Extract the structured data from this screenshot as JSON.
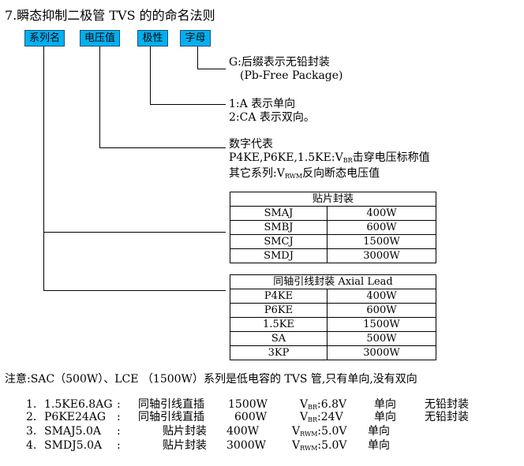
{
  "title": "7.瞬态抑制二极管 TVS 的的命名法则",
  "boxes": {
    "series": "系列名",
    "voltage": "电压值",
    "polarity": "极性",
    "letter": "字母"
  },
  "desc_g": {
    "line1": "G:后缀表示无铅封装",
    "line2": "(Pb-Free Package)"
  },
  "desc_polarity": {
    "line1": "1:A 表示单向",
    "line2": "2:CA 表示双向。"
  },
  "desc_voltage": {
    "line1": "数字代表",
    "line2_a": "P4KE,P6KE,1.5KE:V",
    "line2_sub": "BR",
    "line2_b": "击穿电压标称值",
    "line3_a": "其它系列:V",
    "line3_sub": "RWM",
    "line3_b": "反向断态电压值"
  },
  "table_smd": {
    "header": "贴片封装",
    "rows": [
      {
        "series": "SMAJ",
        "power": "400W"
      },
      {
        "series": "SMBJ",
        "power": "600W"
      },
      {
        "series": "SMCJ",
        "power": "1500W"
      },
      {
        "series": "SMDJ",
        "power": "3000W"
      }
    ]
  },
  "table_axial": {
    "header": "同轴引线封装 Axial Lead",
    "rows": [
      {
        "series": "P4KE",
        "power": "400W"
      },
      {
        "series": "P6KE",
        "power": "600W"
      },
      {
        "series": "1.5KE",
        "power": "1500W"
      },
      {
        "series": "SA",
        "power": "500W"
      },
      {
        "series": "3KP",
        "power": "3000W"
      }
    ]
  },
  "note": "注意:SAC（500W）、LCE （1500W）系列是低电容的 TVS 管,只有单向,没有双向",
  "examples": [
    {
      "num": "1.",
      "part": "1.5KE6.8AG",
      "sep": ":",
      "pkg": "同轴引线直插",
      "power": "1500W",
      "v_pre": "V",
      "v_sub": "BR",
      "v_val": ":6.8V",
      "dir": "单向",
      "lead": "无铅封装"
    },
    {
      "num": "2.",
      "part": "P6KE24AG",
      "sep": ":",
      "pkg": "同轴引线直插",
      "power": "600W",
      "v_pre": "V",
      "v_sub": "BR",
      "v_val": ":24V",
      "dir": "单向",
      "lead": "无铅封装"
    },
    {
      "num": "3.",
      "part": "SMAJ5.0A",
      "sep": ":",
      "pkg": "贴片封装",
      "power": "400W",
      "v_pre": "V",
      "v_sub": "RWM",
      "v_val": ":5.0V",
      "dir": "单向",
      "lead": ""
    },
    {
      "num": "4.",
      "part": "SMDJ5.0A",
      "sep": ":",
      "pkg": "贴片封装",
      "power": "3000W",
      "v_pre": "V",
      "v_sub": "RWM",
      "v_val": ":5.0V",
      "dir": "单向",
      "lead": ""
    }
  ]
}
